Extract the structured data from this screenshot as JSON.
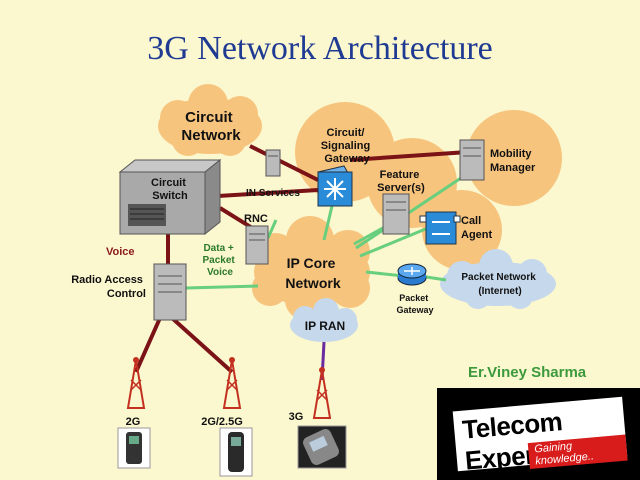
{
  "title": "3G Network Architecture",
  "nodes": {
    "circuit_network": [
      "Circuit",
      "Network"
    ],
    "circuit_switch": [
      "Circuit",
      "Switch"
    ],
    "in_services": "IN Services",
    "rnc": "RNC",
    "voice": "Voice",
    "data_packet_voice": [
      "Data +",
      "Packet",
      "Voice"
    ],
    "radio_access_control": [
      "Radio Access",
      "Control"
    ],
    "circuit_signaling_gateway": [
      "Circuit/",
      "Signaling",
      "Gateway"
    ],
    "feature_servers": [
      "Feature",
      "Server(s)"
    ],
    "mobility_manager": [
      "Mobility",
      "Manager"
    ],
    "call_agent": [
      "Call",
      "Agent"
    ],
    "ip_core_network": [
      "IP Core",
      "Network"
    ],
    "packet_gateway": [
      "Packet",
      "Gateway"
    ],
    "packet_network": [
      "Packet Network",
      "(Internet)"
    ],
    "ip_ran": "IP RAN",
    "tower_2g": "2G",
    "tower_2g_25g": "2G/2.5G",
    "tower_3g": "3G"
  },
  "author": "Er.Viney Sharma",
  "logo": {
    "line1": "Telecom Experts",
    "line2": "Gaining knowledge.."
  }
}
